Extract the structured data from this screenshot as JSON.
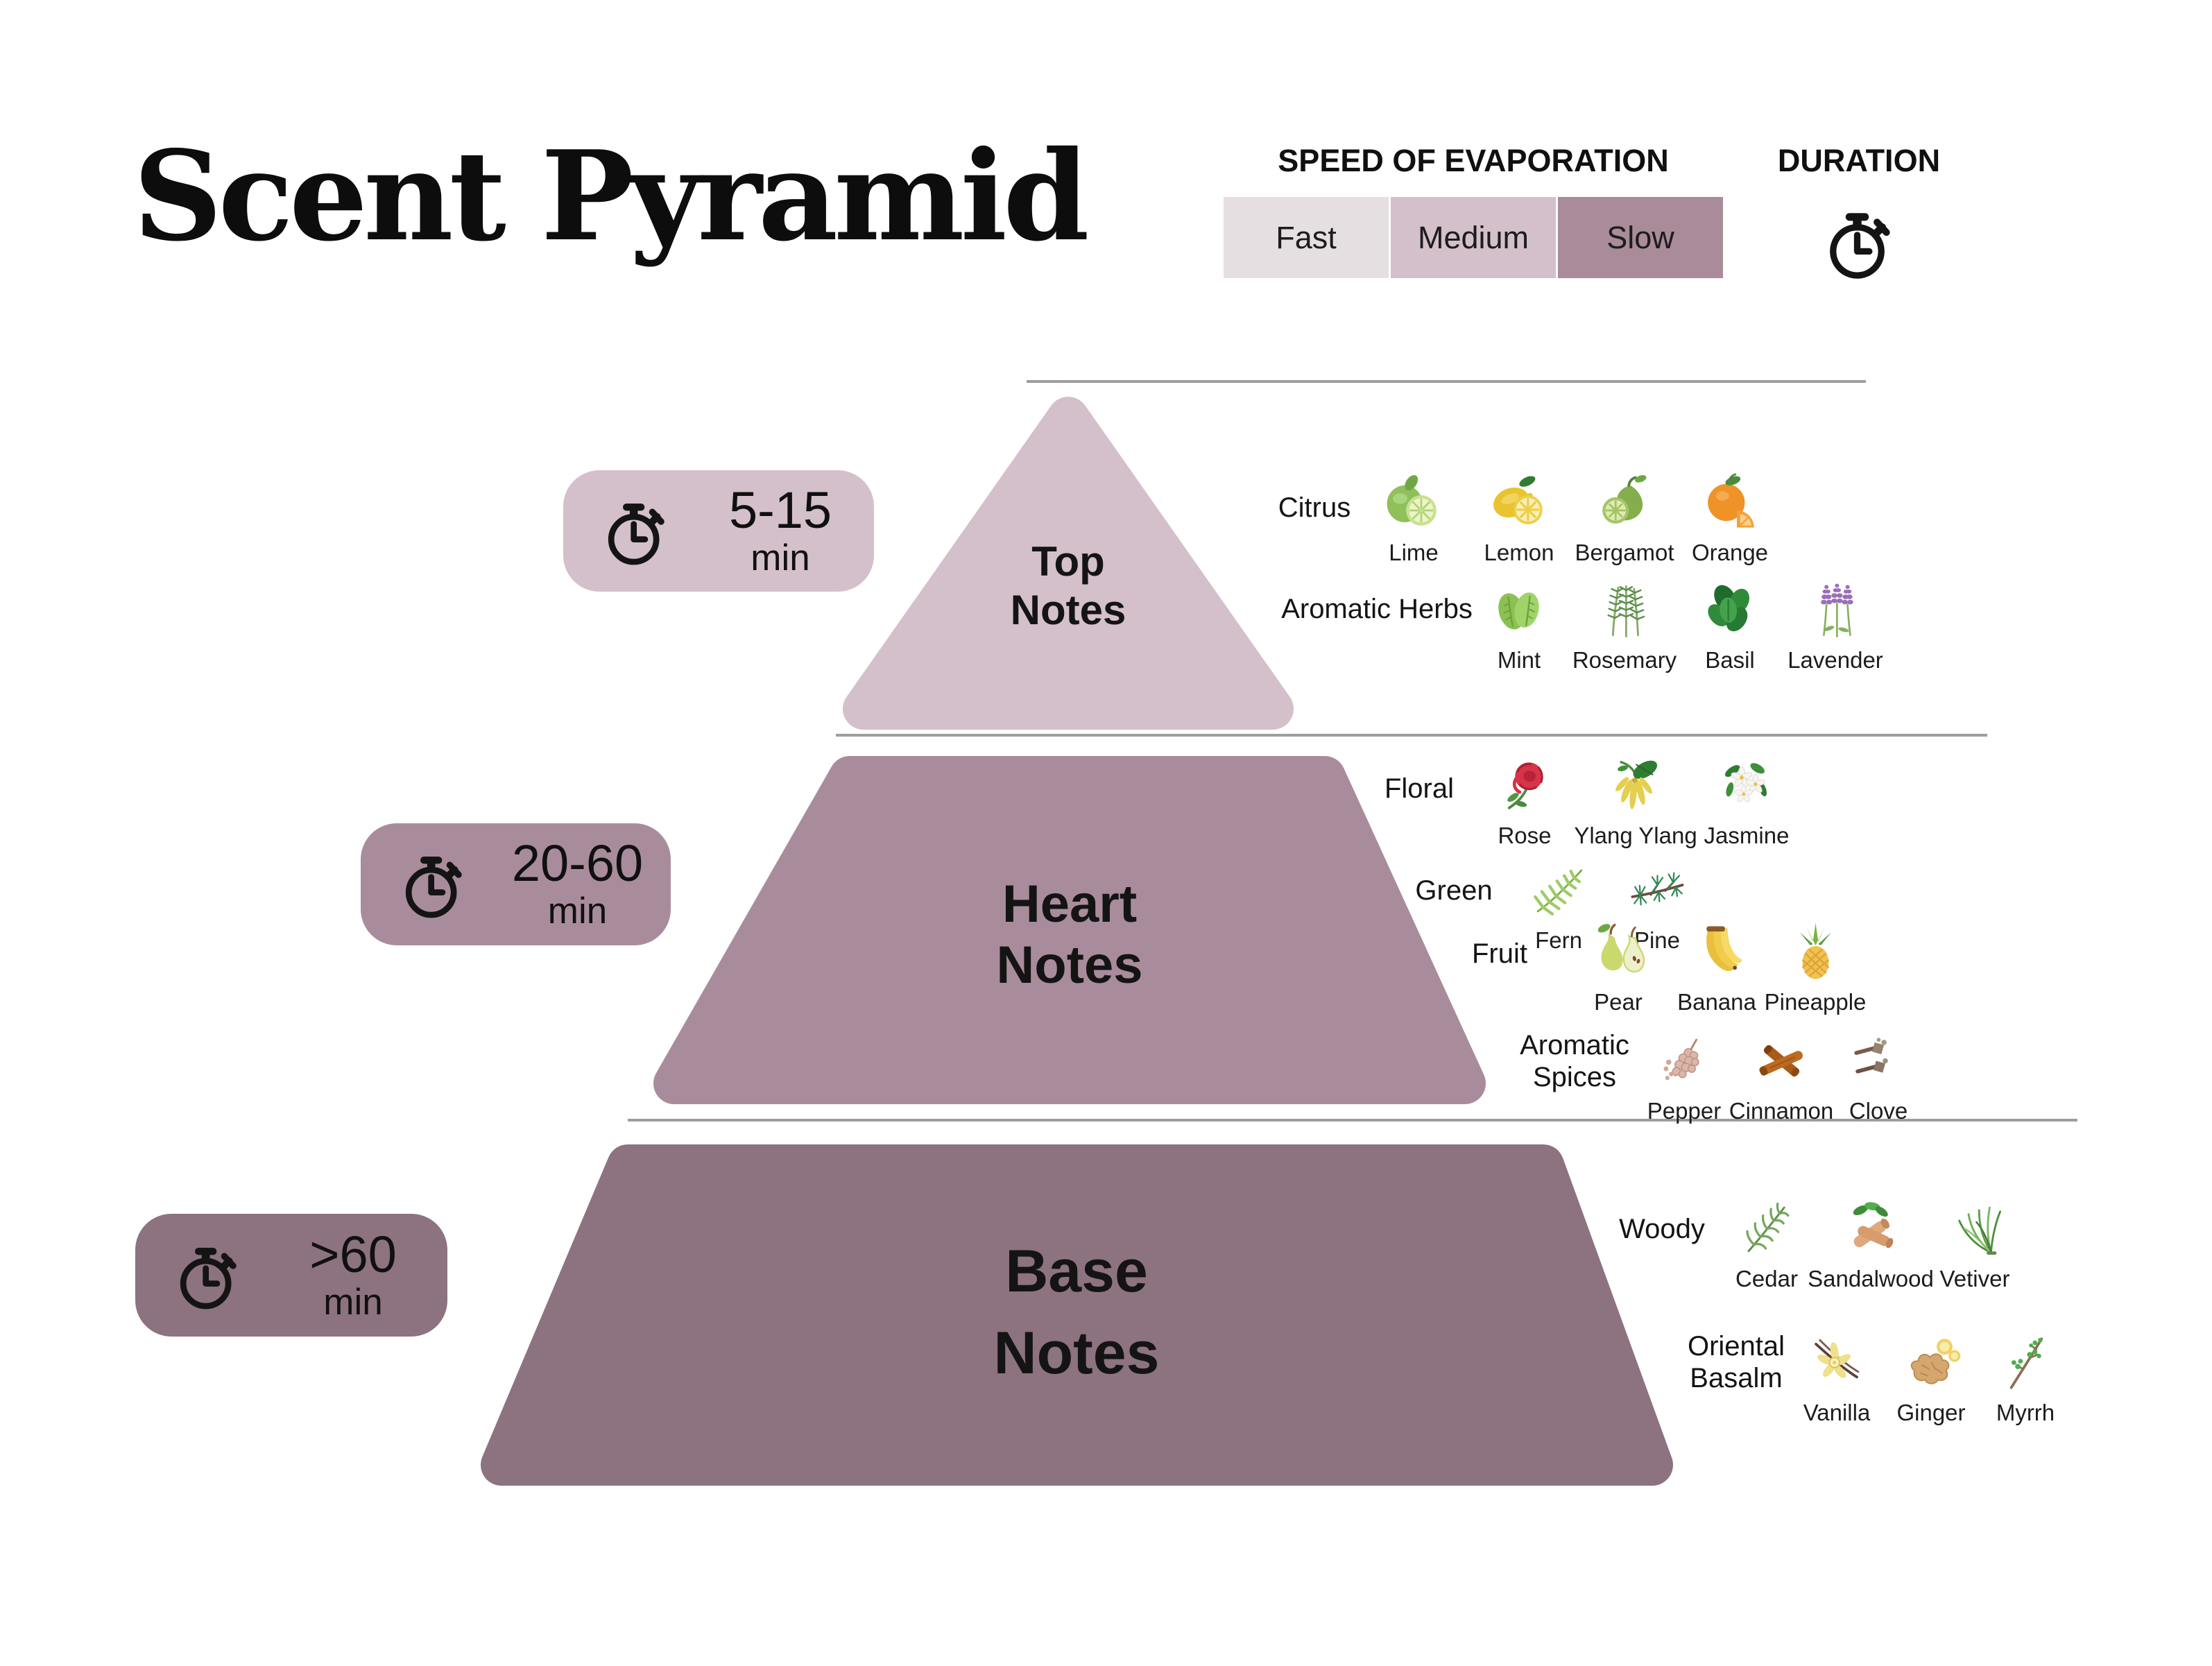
{
  "title": "Scent Pyramid",
  "legend": {
    "speed_header": "SPEED OF EVAPORATION",
    "duration_header": "DURATION",
    "duration_icon": "stopwatch-icon",
    "speeds": [
      {
        "label": "Fast",
        "color": "#e6dfe2"
      },
      {
        "label": "Medium",
        "color": "#d4c0ca"
      },
      {
        "label": "Slow",
        "color": "#a98b99"
      }
    ]
  },
  "colors": {
    "divider": "#9e9e9e"
  },
  "levels": [
    {
      "name": "Top Notes",
      "label_line1": "Top",
      "label_line2": "Notes",
      "color": "#d4c0ca",
      "duration": {
        "range": "5-15",
        "unit": "min",
        "icon": "stopwatch-icon"
      },
      "families": [
        {
          "name": "Citrus",
          "items": [
            {
              "label": "Lime",
              "icon": "lime-icon"
            },
            {
              "label": "Lemon",
              "icon": "lemon-icon"
            },
            {
              "label": "Bergamot",
              "icon": "bergamot-icon"
            },
            {
              "label": "Orange",
              "icon": "orange-icon"
            }
          ]
        },
        {
          "name": "Aromatic Herbs",
          "items": [
            {
              "label": "Mint",
              "icon": "mint-icon"
            },
            {
              "label": "Rosemary",
              "icon": "rosemary-icon"
            },
            {
              "label": "Basil",
              "icon": "basil-icon"
            },
            {
              "label": "Lavender",
              "icon": "lavender-icon"
            }
          ]
        }
      ]
    },
    {
      "name": "Heart Notes",
      "label_line1": "Heart",
      "label_line2": "Notes",
      "color": "#a98c9b",
      "duration": {
        "range": "20-60",
        "unit": "min",
        "icon": "stopwatch-icon"
      },
      "families": [
        {
          "name": "Floral",
          "items": [
            {
              "label": "Rose",
              "icon": "rose-icon"
            },
            {
              "label": "Ylang Ylang",
              "icon": "ylang-ylang-icon"
            },
            {
              "label": "Jasmine",
              "icon": "jasmine-icon"
            }
          ]
        },
        {
          "name": "Green",
          "items": [
            {
              "label": "Fern",
              "icon": "fern-icon"
            },
            {
              "label": "Pine",
              "icon": "pine-icon"
            }
          ]
        },
        {
          "name": "Fruit",
          "items": [
            {
              "label": "Pear",
              "icon": "pear-icon"
            },
            {
              "label": "Banana",
              "icon": "banana-icon"
            },
            {
              "label": "Pineapple",
              "icon": "pineapple-icon"
            }
          ]
        },
        {
          "name": "Aromatic Spices",
          "name_line1": "Aromatic",
          "name_line2": "Spices",
          "items": [
            {
              "label": "Pepper",
              "icon": "pepper-icon"
            },
            {
              "label": "Cinnamon",
              "icon": "cinnamon-icon"
            },
            {
              "label": "Clove",
              "icon": "clove-icon"
            }
          ]
        }
      ]
    },
    {
      "name": "Base Notes",
      "label_line1": "Base",
      "label_line2": "Notes",
      "color": "#8d7280",
      "duration": {
        "range": ">60",
        "unit": "min",
        "icon": "stopwatch-icon"
      },
      "families": [
        {
          "name": "Woody",
          "items": [
            {
              "label": "Cedar",
              "icon": "cedar-icon"
            },
            {
              "label": "Sandalwood",
              "icon": "sandalwood-icon"
            },
            {
              "label": "Vetiver",
              "icon": "vetiver-icon"
            }
          ]
        },
        {
          "name": "Oriental Basalm",
          "name_line1": "Oriental",
          "name_line2": "Basalm",
          "items": [
            {
              "label": "Vanilla",
              "icon": "vanilla-icon"
            },
            {
              "label": "Ginger",
              "icon": "ginger-icon"
            },
            {
              "label": "Myrrh",
              "icon": "myrrh-icon"
            }
          ]
        }
      ]
    }
  ]
}
